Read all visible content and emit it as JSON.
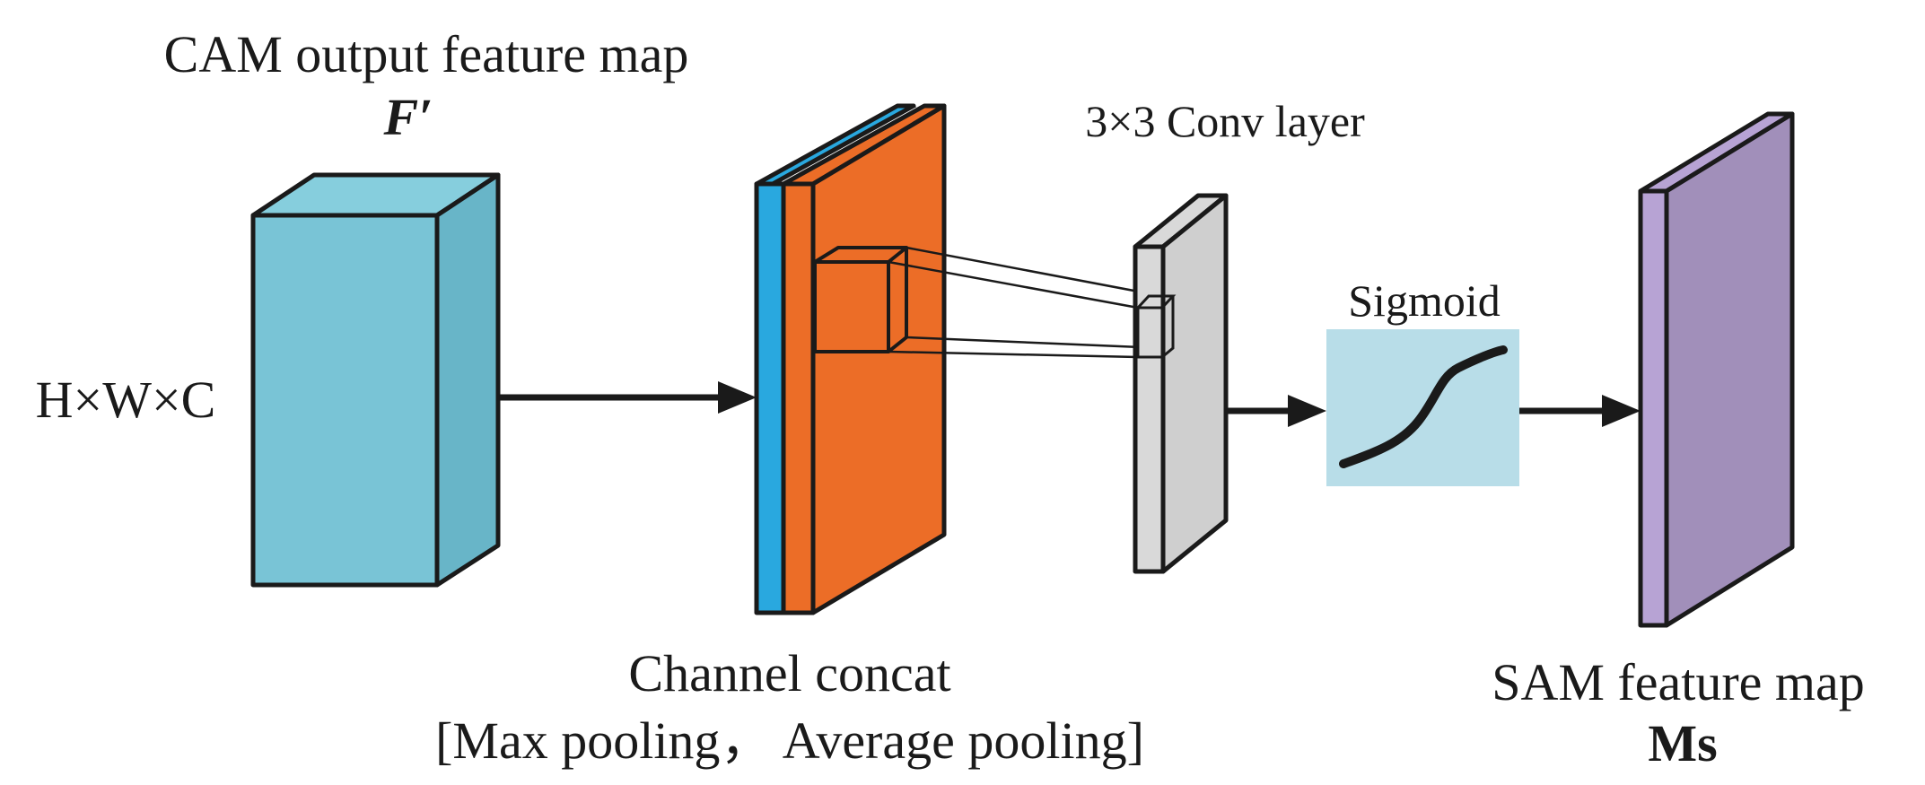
{
  "labels": {
    "input_title": "CAM output feature map",
    "input_symbol": "F′",
    "input_dims": "H×W×C",
    "concat_title": "Channel concat",
    "concat_subtitle": "[Max pooling， Average pooling]",
    "conv_title": "3×3 Conv layer",
    "sigmoid_title": "Sigmoid",
    "output_title": "SAM feature map",
    "output_symbol": "Ms"
  },
  "colors": {
    "input_front": "#79c4d6",
    "input_side": "#68b5c8",
    "input_top": "#86cedd",
    "max_pool_layer": "#29a8df",
    "avg_pool_layer": "#ec6d27",
    "conv_layer": "#d9d9d9",
    "sigmoid_box": "#b8dde8",
    "output_front": "#a18fba",
    "output_side": "#b7a3d4",
    "stroke": "#1a1a1a"
  }
}
